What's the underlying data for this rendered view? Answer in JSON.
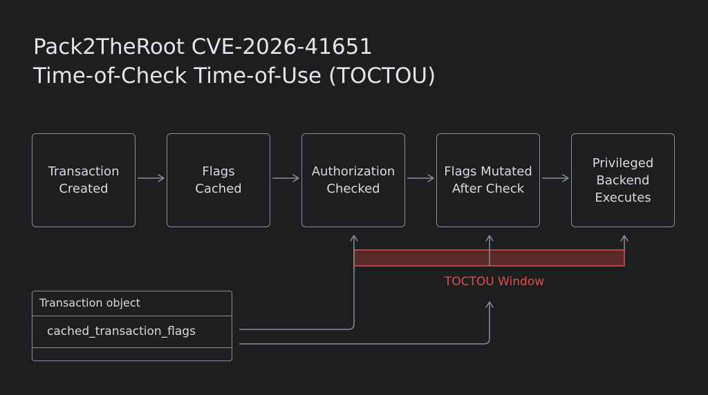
{
  "title": {
    "line1": "Pack2TheRoot CVE-2026-41651",
    "line2": "Time-of-Check Time-of-Use (TOCTOU)"
  },
  "steps": [
    {
      "label": "Transaction\nCreated"
    },
    {
      "label": "Flags\nCached"
    },
    {
      "label": "Authorization\nChecked"
    },
    {
      "label": "Flags Mutated\nAfter Check"
    },
    {
      "label": "Privileged\nBackend\nExecutes"
    }
  ],
  "toctou_window": {
    "label": "TOCTOU Window",
    "color": "#e0514e"
  },
  "transaction_object": {
    "header": "Transaction object",
    "field": "cached_transaction_flags"
  },
  "colors": {
    "background": "#1d1e20",
    "stroke": "#8c9097",
    "text": "#d9dbdf",
    "accent": "#e0514e"
  }
}
